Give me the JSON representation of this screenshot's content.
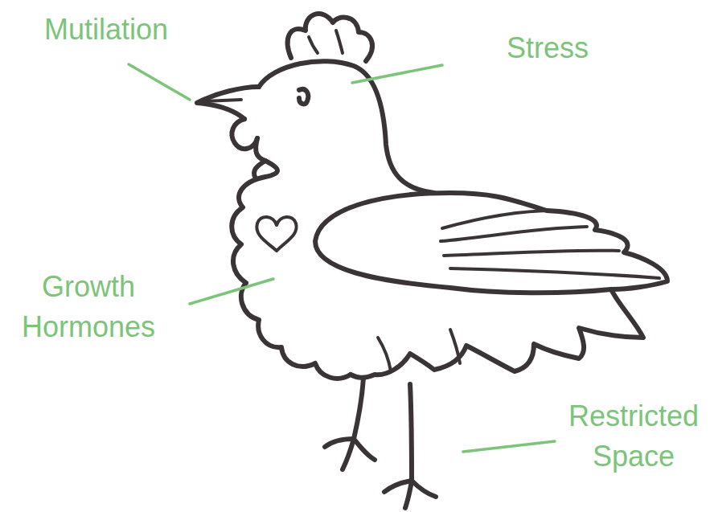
{
  "diagram": {
    "labels": [
      "Mutilation",
      "Stress",
      "Growth Hormones",
      "Restricted Space"
    ]
  }
}
